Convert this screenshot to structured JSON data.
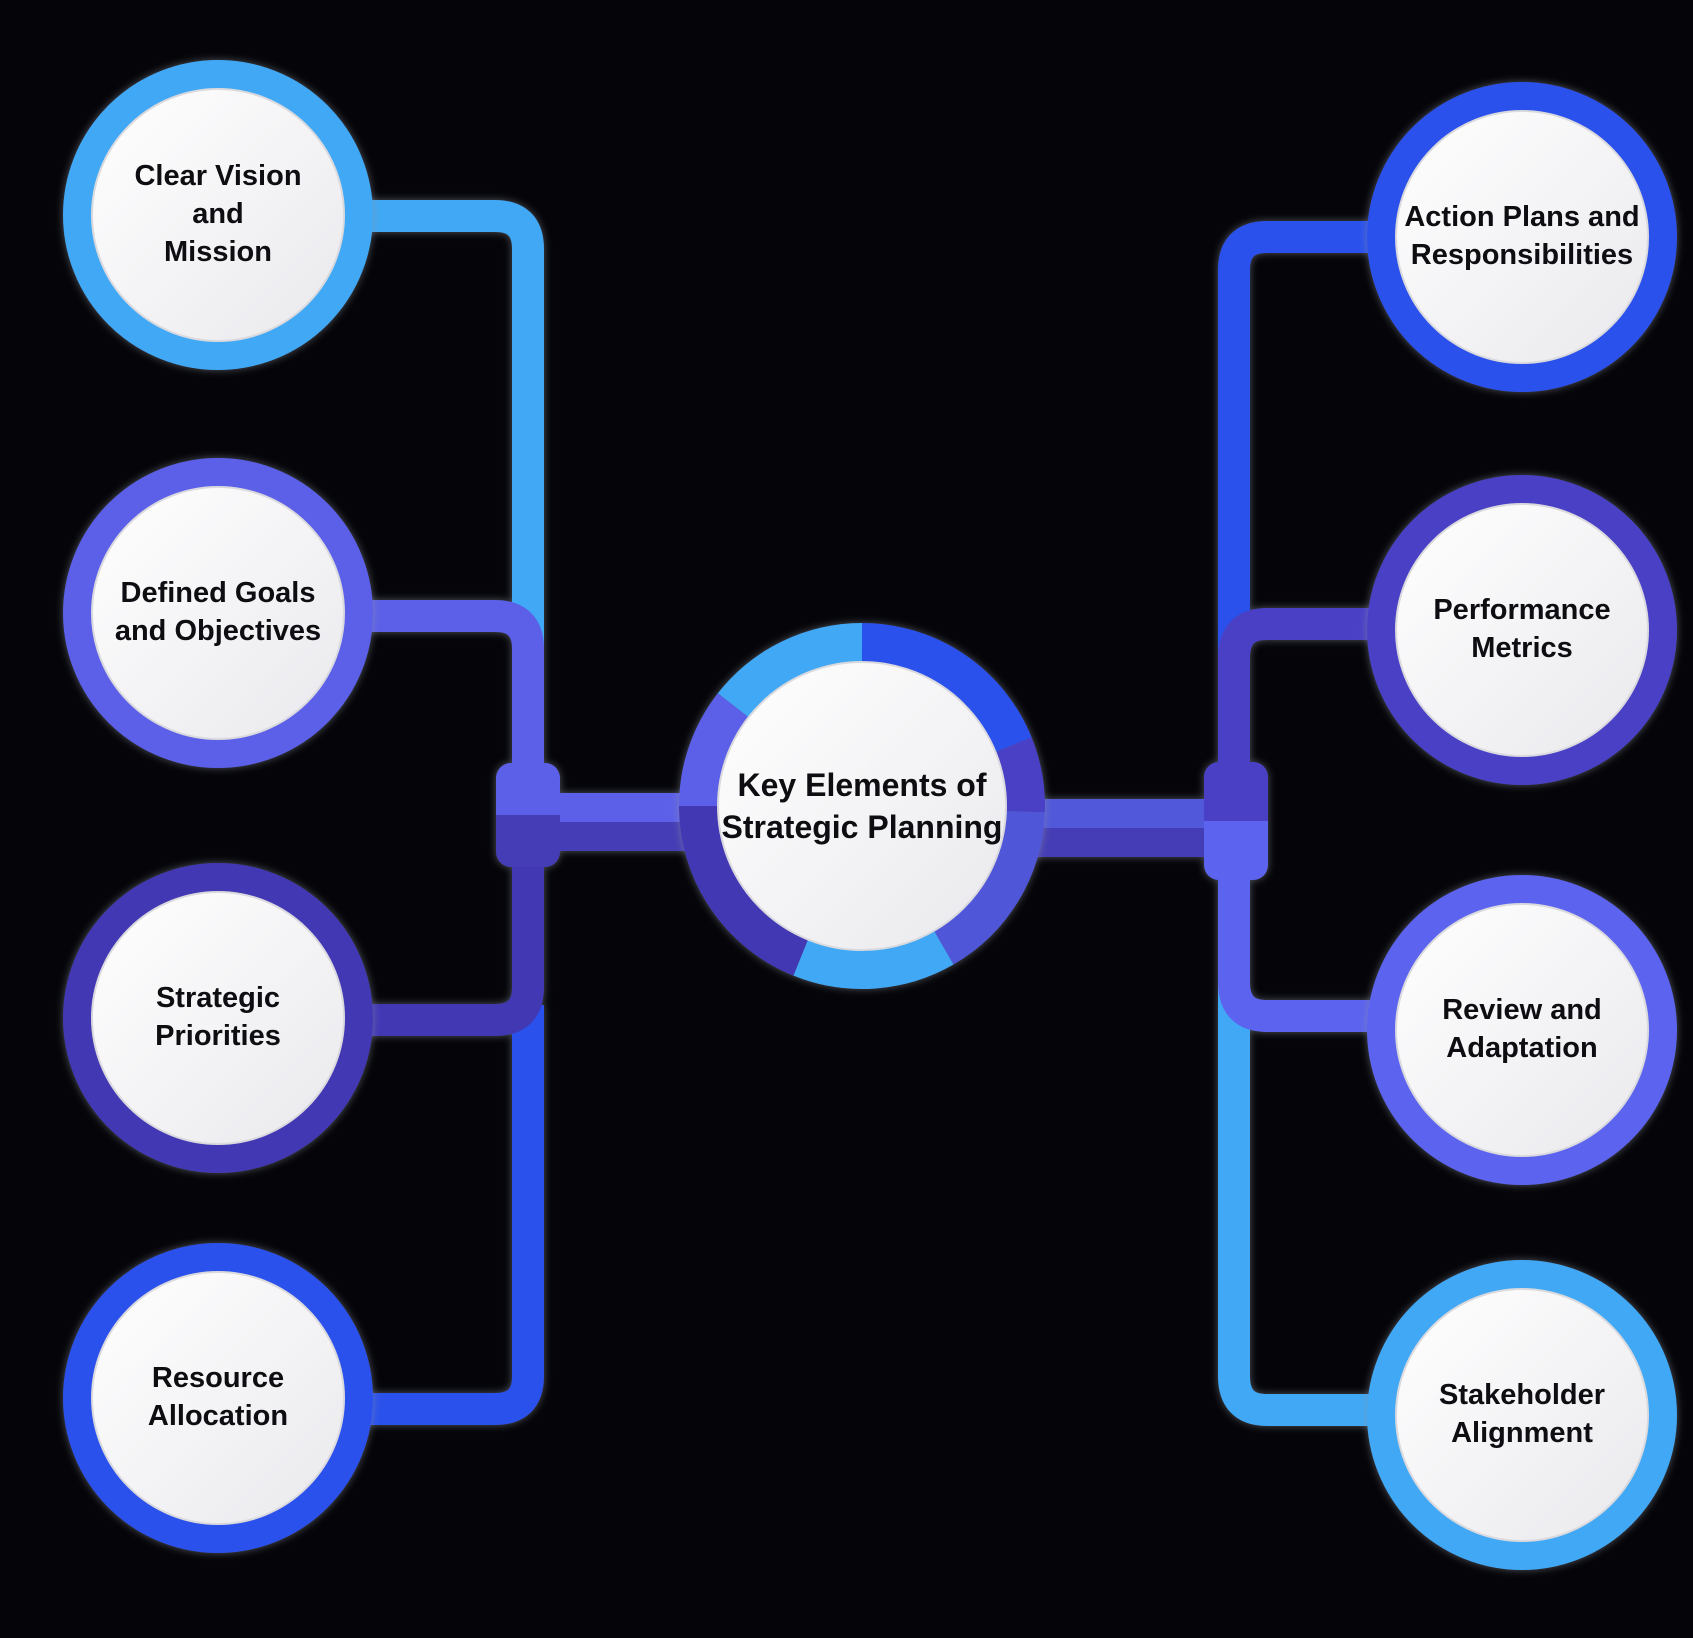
{
  "diagram_title": "Key Elements of Strategic Planning",
  "center_node": {
    "label": "Key Elements of\nStrategic Planning"
  },
  "left_nodes": [
    {
      "label": "Clear Vision\nand\nMission",
      "color": "#3FA8F4"
    },
    {
      "label": "Defined Goals\nand Objectives",
      "color": "#5B61E8"
    },
    {
      "label": "Strategic\nPriorities",
      "color": "#4237B4"
    },
    {
      "label": "Resource\nAllocation",
      "color": "#2A51EB"
    }
  ],
  "right_nodes": [
    {
      "label": "Action Plans and\nResponsibilities",
      "color": "#2A51EB"
    },
    {
      "label": "Performance\nMetrics",
      "color": "#4840C6"
    },
    {
      "label": "Review and\nAdaptation",
      "color": "#5C64EE"
    },
    {
      "label": "Stakeholder\nAlignment",
      "color": "#3FA8F4"
    }
  ],
  "center_ring_segments": [
    {
      "position": "top-left",
      "color": "#3FA8F4"
    },
    {
      "position": "top-right",
      "color": "#2A51EB"
    },
    {
      "position": "right-upper",
      "color": "#4840C6"
    },
    {
      "position": "right-lower",
      "color": "#5056D8"
    },
    {
      "position": "bottom",
      "color": "#3FA8F4"
    },
    {
      "position": "bottom-left",
      "color": "#4237B4"
    },
    {
      "position": "left-upper",
      "color": "#5B61E8"
    }
  ],
  "colors": {
    "background": "#050509",
    "sky": "#3FA8F4",
    "royal": "#2A51EB",
    "purple": "#5B61E8",
    "light_purple": "#5C64EE",
    "indigo": "#4237B4",
    "violet": "#4840C6",
    "med_purple": "#5056D8",
    "right_stub_top": "#5158DA",
    "stub_dark": "#453CB5",
    "node_fill_light": "#FFFFFF",
    "node_fill_shade": "#E9E9ED",
    "node_rim": "#D9D9DE",
    "text": "#0D0D12"
  }
}
